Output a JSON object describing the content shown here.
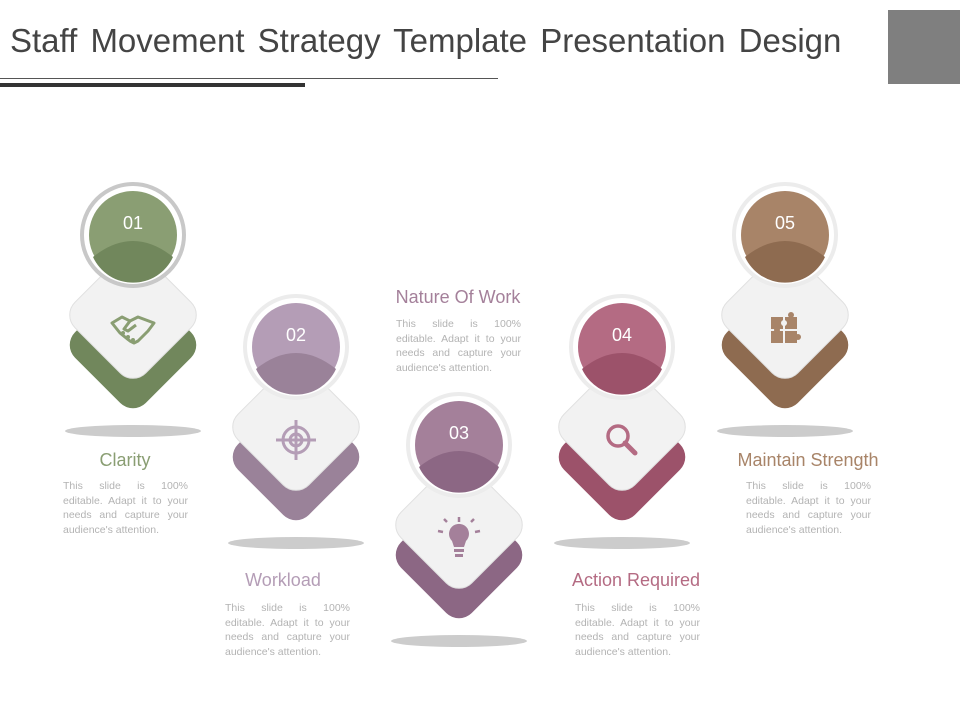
{
  "slide": {
    "title": "Staff Movement Strategy Template Presentation Design"
  },
  "steps": [
    {
      "number": "01",
      "title": "Clarity",
      "description": "This slide is 100% editable. Adapt it to your needs and capture your audience's attention.",
      "icon": "handshake-icon",
      "color": "#8a9e73",
      "color_dark": "#71875c"
    },
    {
      "number": "02",
      "title": "Workload",
      "description": "This slide is 100% editable. Adapt it to your needs and capture your audience's attention.",
      "icon": "target-icon",
      "color": "#b49db6",
      "color_dark": "#9a8299"
    },
    {
      "number": "03",
      "title": "Nature Of Work",
      "description": "This slide is 100% editable. Adapt it to your needs and capture your audience's attention.",
      "icon": "lightbulb-icon",
      "color": "#a4809a",
      "color_dark": "#8c6784"
    },
    {
      "number": "04",
      "title": "Action Required",
      "description": "This slide is 100% editable. Adapt it to your needs and capture your audience's attention.",
      "icon": "magnifier-icon",
      "color": "#b46b83",
      "color_dark": "#9c526a"
    },
    {
      "number": "05",
      "title": "Maintain Strength",
      "description": "This slide is 100% editable. Adapt it to your needs and capture your audience's attention.",
      "icon": "puzzle-icon",
      "color": "#a88468",
      "color_dark": "#8e6b50"
    }
  ]
}
